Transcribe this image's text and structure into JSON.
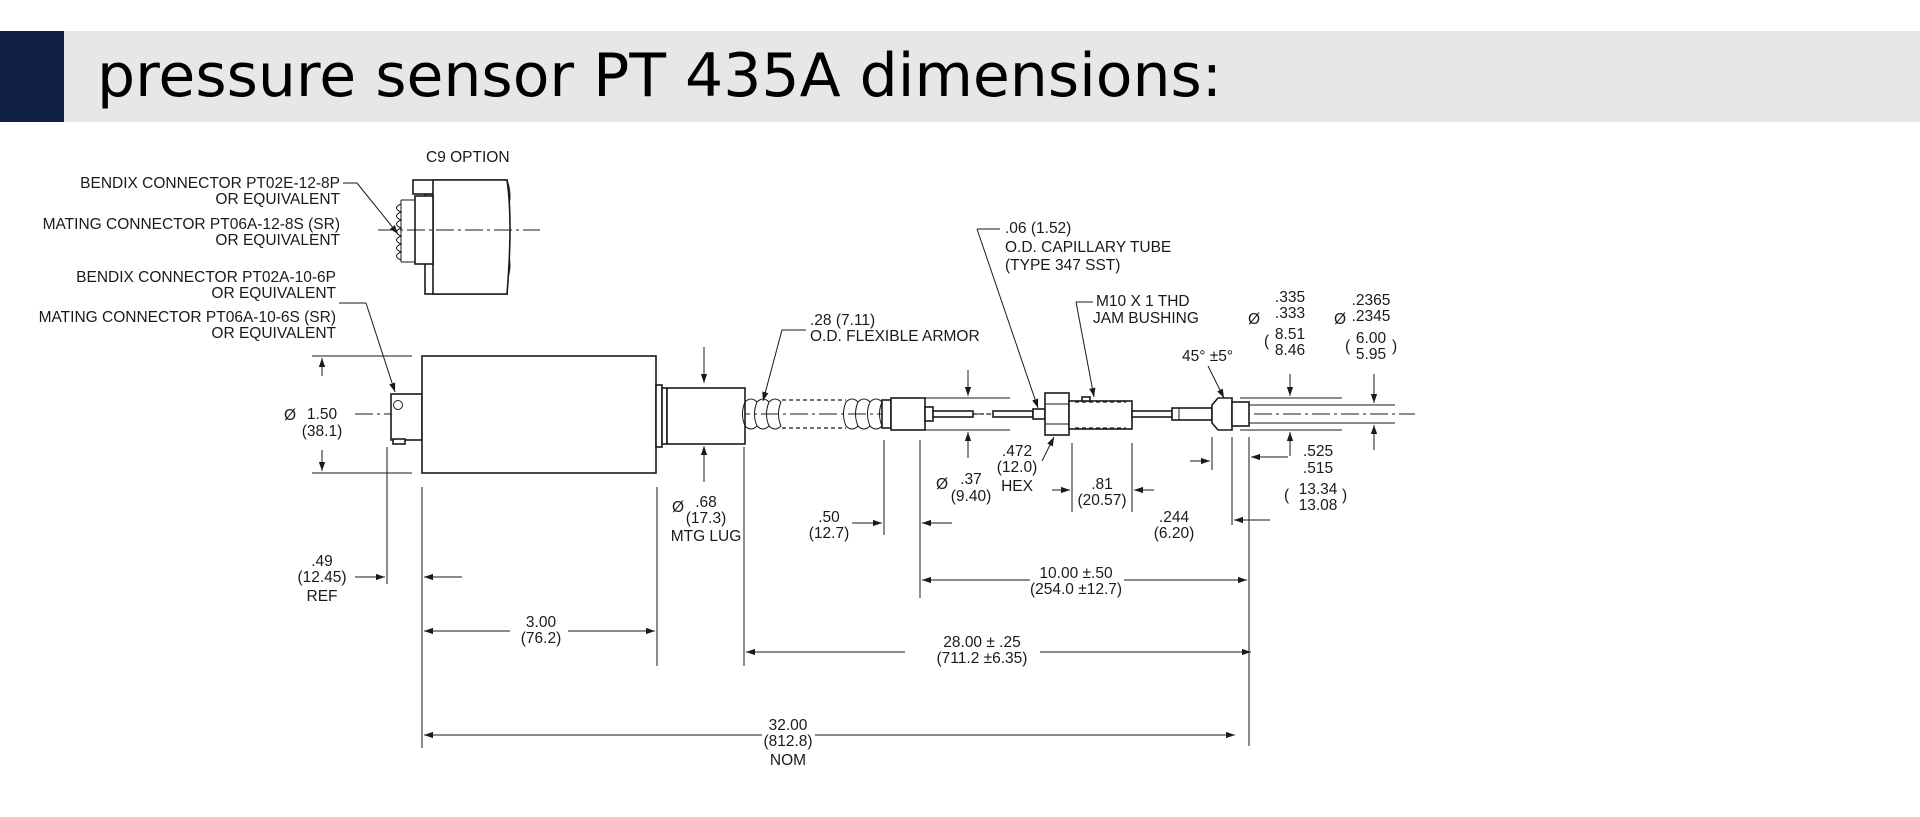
{
  "title": "pressure sensor PT 435A dimensions:",
  "colors": {
    "accent": "#0e1e45",
    "title_bar": "#e7e7e7",
    "line": "#1a1a1a"
  },
  "option_label": "C9 OPTION",
  "connectors": {
    "bendix_c9": "BENDIX CONNECTOR PT02E-12-8P",
    "mating_c9": "MATING CONNECTOR PT06A-12-8S (SR)",
    "bendix_std": "BENDIX CONNECTOR PT02A-10-6P",
    "mating_std": "MATING CONNECTOR PT06A-10-6S (SR)",
    "or_equivalent": "OR EQUIVALENT"
  },
  "annotations": {
    "capillary_size": ".06 (1.52)",
    "capillary_label": "O.D. CAPILLARY TUBE",
    "capillary_type": "(TYPE 347 SST)",
    "armor_size": ".28 (7.11)",
    "armor_label": "O.D. FLEXIBLE ARMOR",
    "thread": "M10 X 1 THD",
    "jam_bushing": "JAM BUSHING",
    "angle": "45° ±5°"
  },
  "dimensions": {
    "body_dia_sym": "Ø",
    "body_dia": "1.50",
    "body_dia_mm": "(38.1)",
    "ref_in": ".49",
    "ref_mm": "(12.45)",
    "ref_label": "REF",
    "body_len": "3.00",
    "body_len_mm": "(76.2)",
    "lug_sym": "Ø",
    "lug_in": ".68",
    "lug_mm": "(17.3)",
    "lug_label": "MTG LUG",
    "a50_in": ".50",
    "a50_mm": "(12.7)",
    "d37_sym": "Ø",
    "d37_in": ".37",
    "d37_mm": "(9.40)",
    "hex_in": ".472",
    "hex_mm": "(12.0)",
    "hex_label": "HEX",
    "d81_in": ".81",
    "d81_mm": "(20.57)",
    "d244_in": ".244",
    "d244_mm": "(6.20)",
    "d525_in": ".525",
    "d515_in": ".515",
    "d525_mm": "13.34",
    "d515_mm": "13.08",
    "d335_sym": "Ø",
    "d335_in": ".335",
    "d333_in": ".333",
    "d335_mm": "8.51",
    "d333_mm": "8.46",
    "d2365_sym": "Ø",
    "d2365_in": ".2365",
    "d2345_in": ".2345",
    "d2365_mm": "6.00",
    "d2345_mm": "5.95",
    "cap_len": "10.00 ±.50",
    "cap_len_mm": "(254.0 ±12.7)",
    "armor_len": "28.00 ± .25",
    "armor_len_mm": "(711.2 ±6.35)",
    "overall": "32.00",
    "overall_mm": "(812.8)",
    "overall_label": "NOM"
  }
}
